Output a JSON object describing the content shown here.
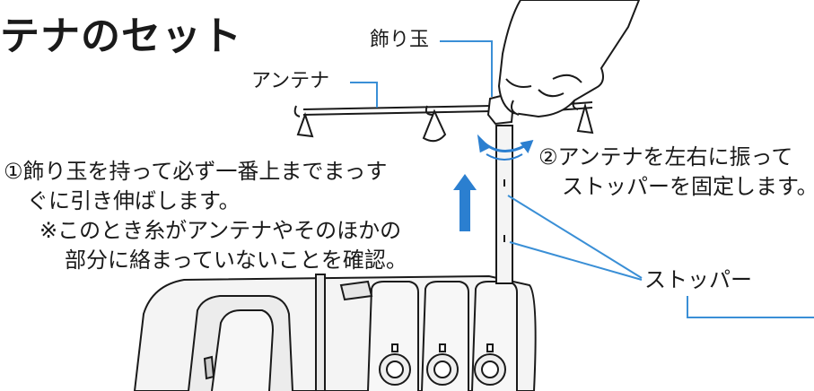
{
  "title": "テナのセット",
  "labels": {
    "ornament_ball": "飾り玉",
    "antenna": "アンテナ",
    "stopper": "ストッパー"
  },
  "step1": {
    "line1": "①飾り玉を持って必ず一番上までまっす",
    "line2": "ぐに引き伸ばします。",
    "note1": "※このとき糸がアンテナやそのほかの",
    "note2": "部分に絡まっていないことを確認。"
  },
  "step2": {
    "line1": "②アンテナを左右に振って",
    "line2": "ストッパーを固定します。"
  },
  "colors": {
    "leader": "#3a8fd6",
    "arrow": "#2b7fd0",
    "ink": "#1a1a1a",
    "machine_fill": "#f3f3f3"
  }
}
